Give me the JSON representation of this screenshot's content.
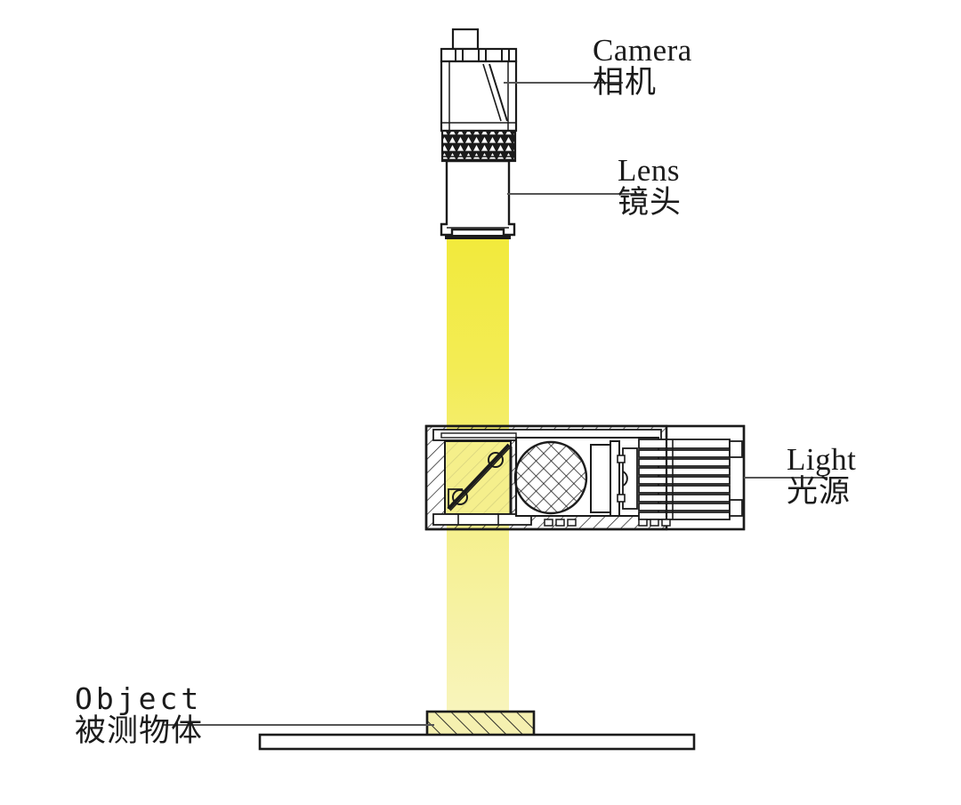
{
  "diagram": {
    "title": "Machine vision coaxial lighting setup",
    "background_color": "#ffffff",
    "line_color": "#1b1b1b",
    "beam_color_top": "#f2ea3c",
    "beam_color_bottom": "#f7f3b4",
    "object_fill": "#f5f0b0"
  },
  "labels": {
    "camera": {
      "en": "Camera",
      "zh": "相机"
    },
    "lens": {
      "en": "Lens",
      "zh": "镜头"
    },
    "light": {
      "en": "Light",
      "zh": "光源"
    },
    "object": {
      "en": "Object",
      "zh": "被测物体"
    }
  },
  "parts": {
    "camera_body": "camera-body",
    "camera_top_nub": "camera-top-connector",
    "camera_knurl": "camera-mount-knurled-band",
    "lens_barrel": "lens-barrel",
    "light_housing": "coaxial-light-housing",
    "beamsplitter": "beamsplitter-mirror",
    "diffuser": "diffuser-lens",
    "heatsink": "heatsink-fins",
    "light_beam": "light-beam",
    "object_block": "measured-object",
    "stage": "stage-plate"
  }
}
